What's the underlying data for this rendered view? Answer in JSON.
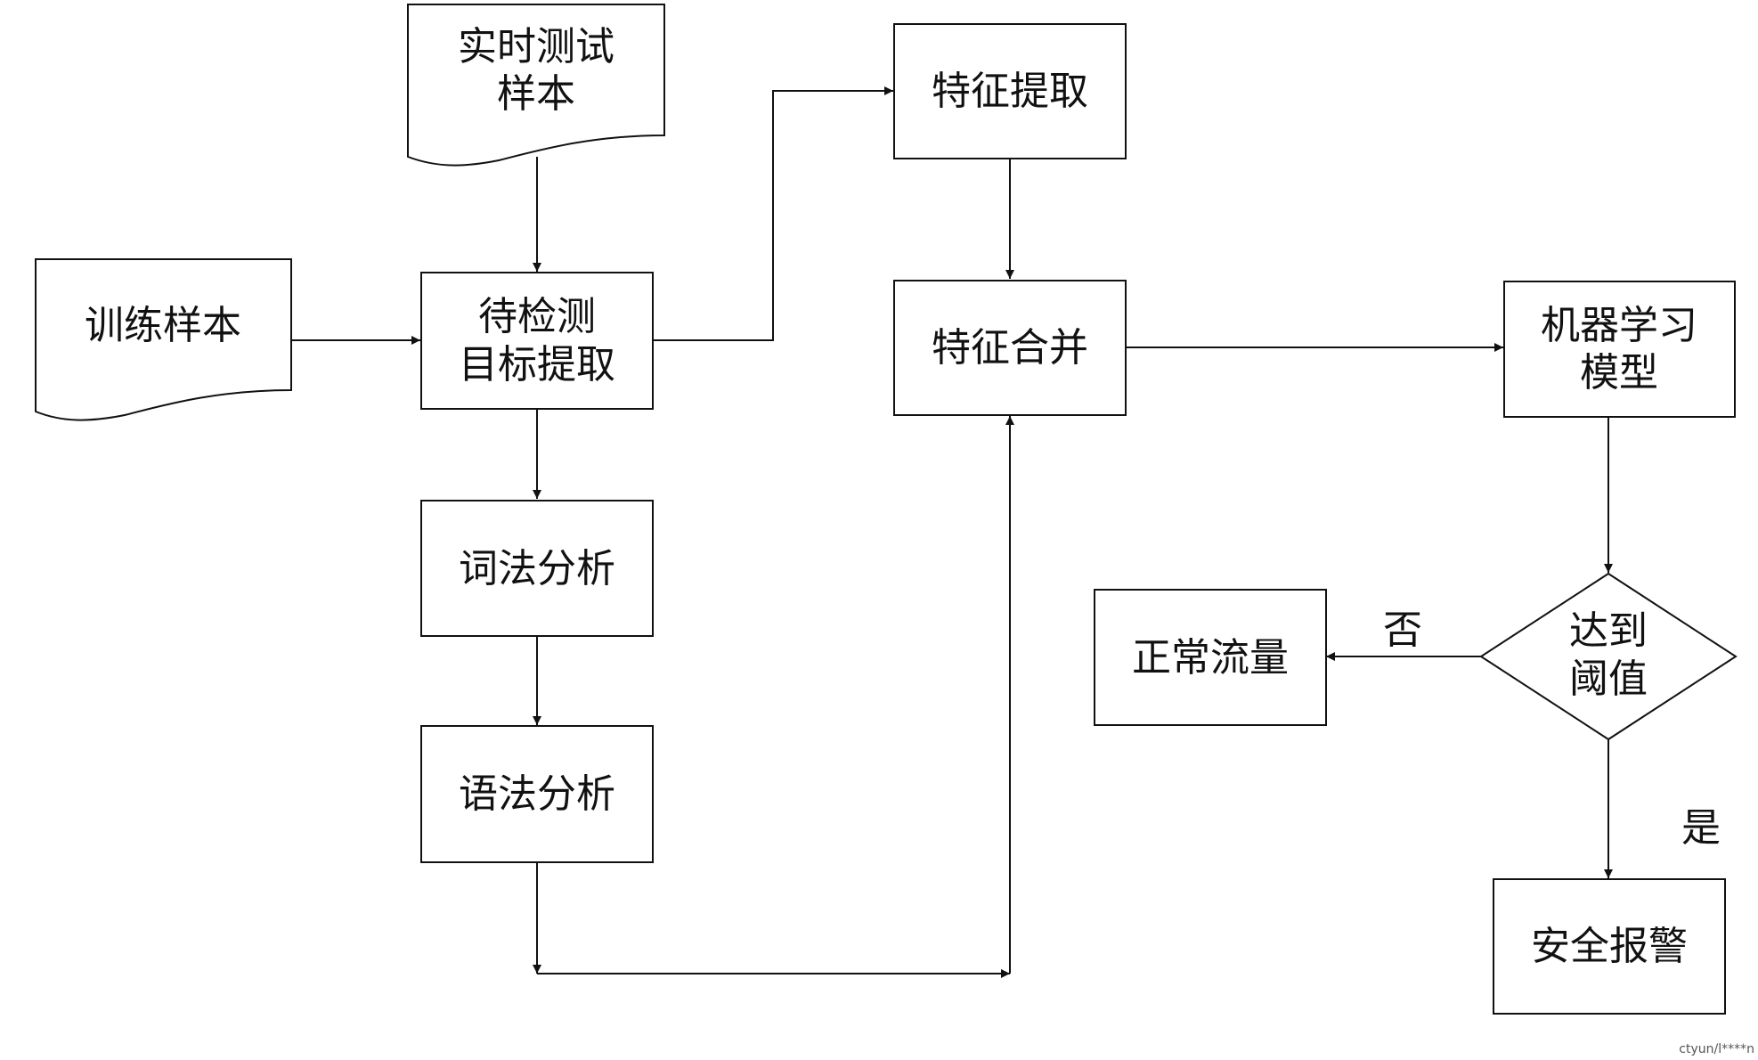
{
  "nodes": {
    "realtime": {
      "line1": "实时测试",
      "line2": "样本"
    },
    "training": {
      "line1": "训练样本"
    },
    "target": {
      "line1": "待检测",
      "line2": "目标提取"
    },
    "feature_extract": {
      "line1": "特征提取"
    },
    "feature_merge": {
      "line1": "特征合并"
    },
    "ml_model": {
      "line1": "机器学习",
      "line2": "模型"
    },
    "lexical": {
      "line1": "词法分析"
    },
    "syntax": {
      "line1": "语法分析"
    },
    "threshold": {
      "line1": "达到",
      "line2": "阈值"
    },
    "normal": {
      "line1": "正常流量"
    },
    "alarm": {
      "line1": "安全报警"
    }
  },
  "edges": {
    "no_label": "否",
    "yes_label": "是"
  },
  "watermark": "ctyun/l****n"
}
